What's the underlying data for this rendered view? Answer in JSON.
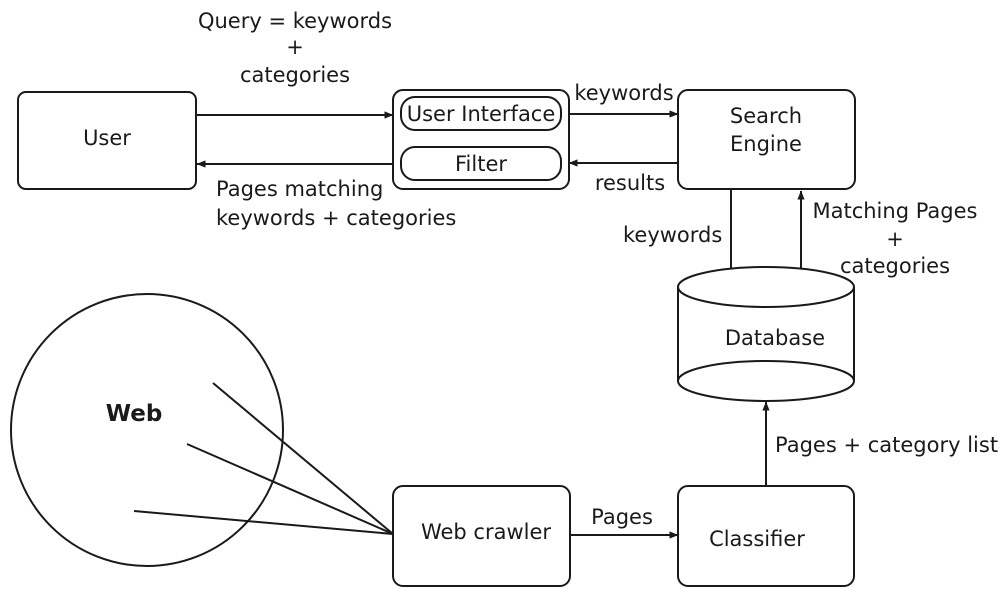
{
  "nodes": {
    "user": "User",
    "ui_group": {
      "user_interface": "User Interface",
      "filter": "Filter"
    },
    "search_engine": [
      "Search",
      "Engine"
    ],
    "database": "Database",
    "web": "Web",
    "web_crawler": "Web crawler",
    "classifier": "Classifier"
  },
  "edges": {
    "query": [
      "Query = keywords",
      "+",
      "categories"
    ],
    "pages_matching": [
      "Pages matching",
      "keywords + categories"
    ],
    "keywords_to_engine": "keywords",
    "results": "results",
    "keywords_to_db": "keywords",
    "matching_pages": [
      "Matching Pages",
      "+",
      "categories"
    ],
    "pages_category_list": "Pages + category list",
    "pages": "Pages"
  }
}
